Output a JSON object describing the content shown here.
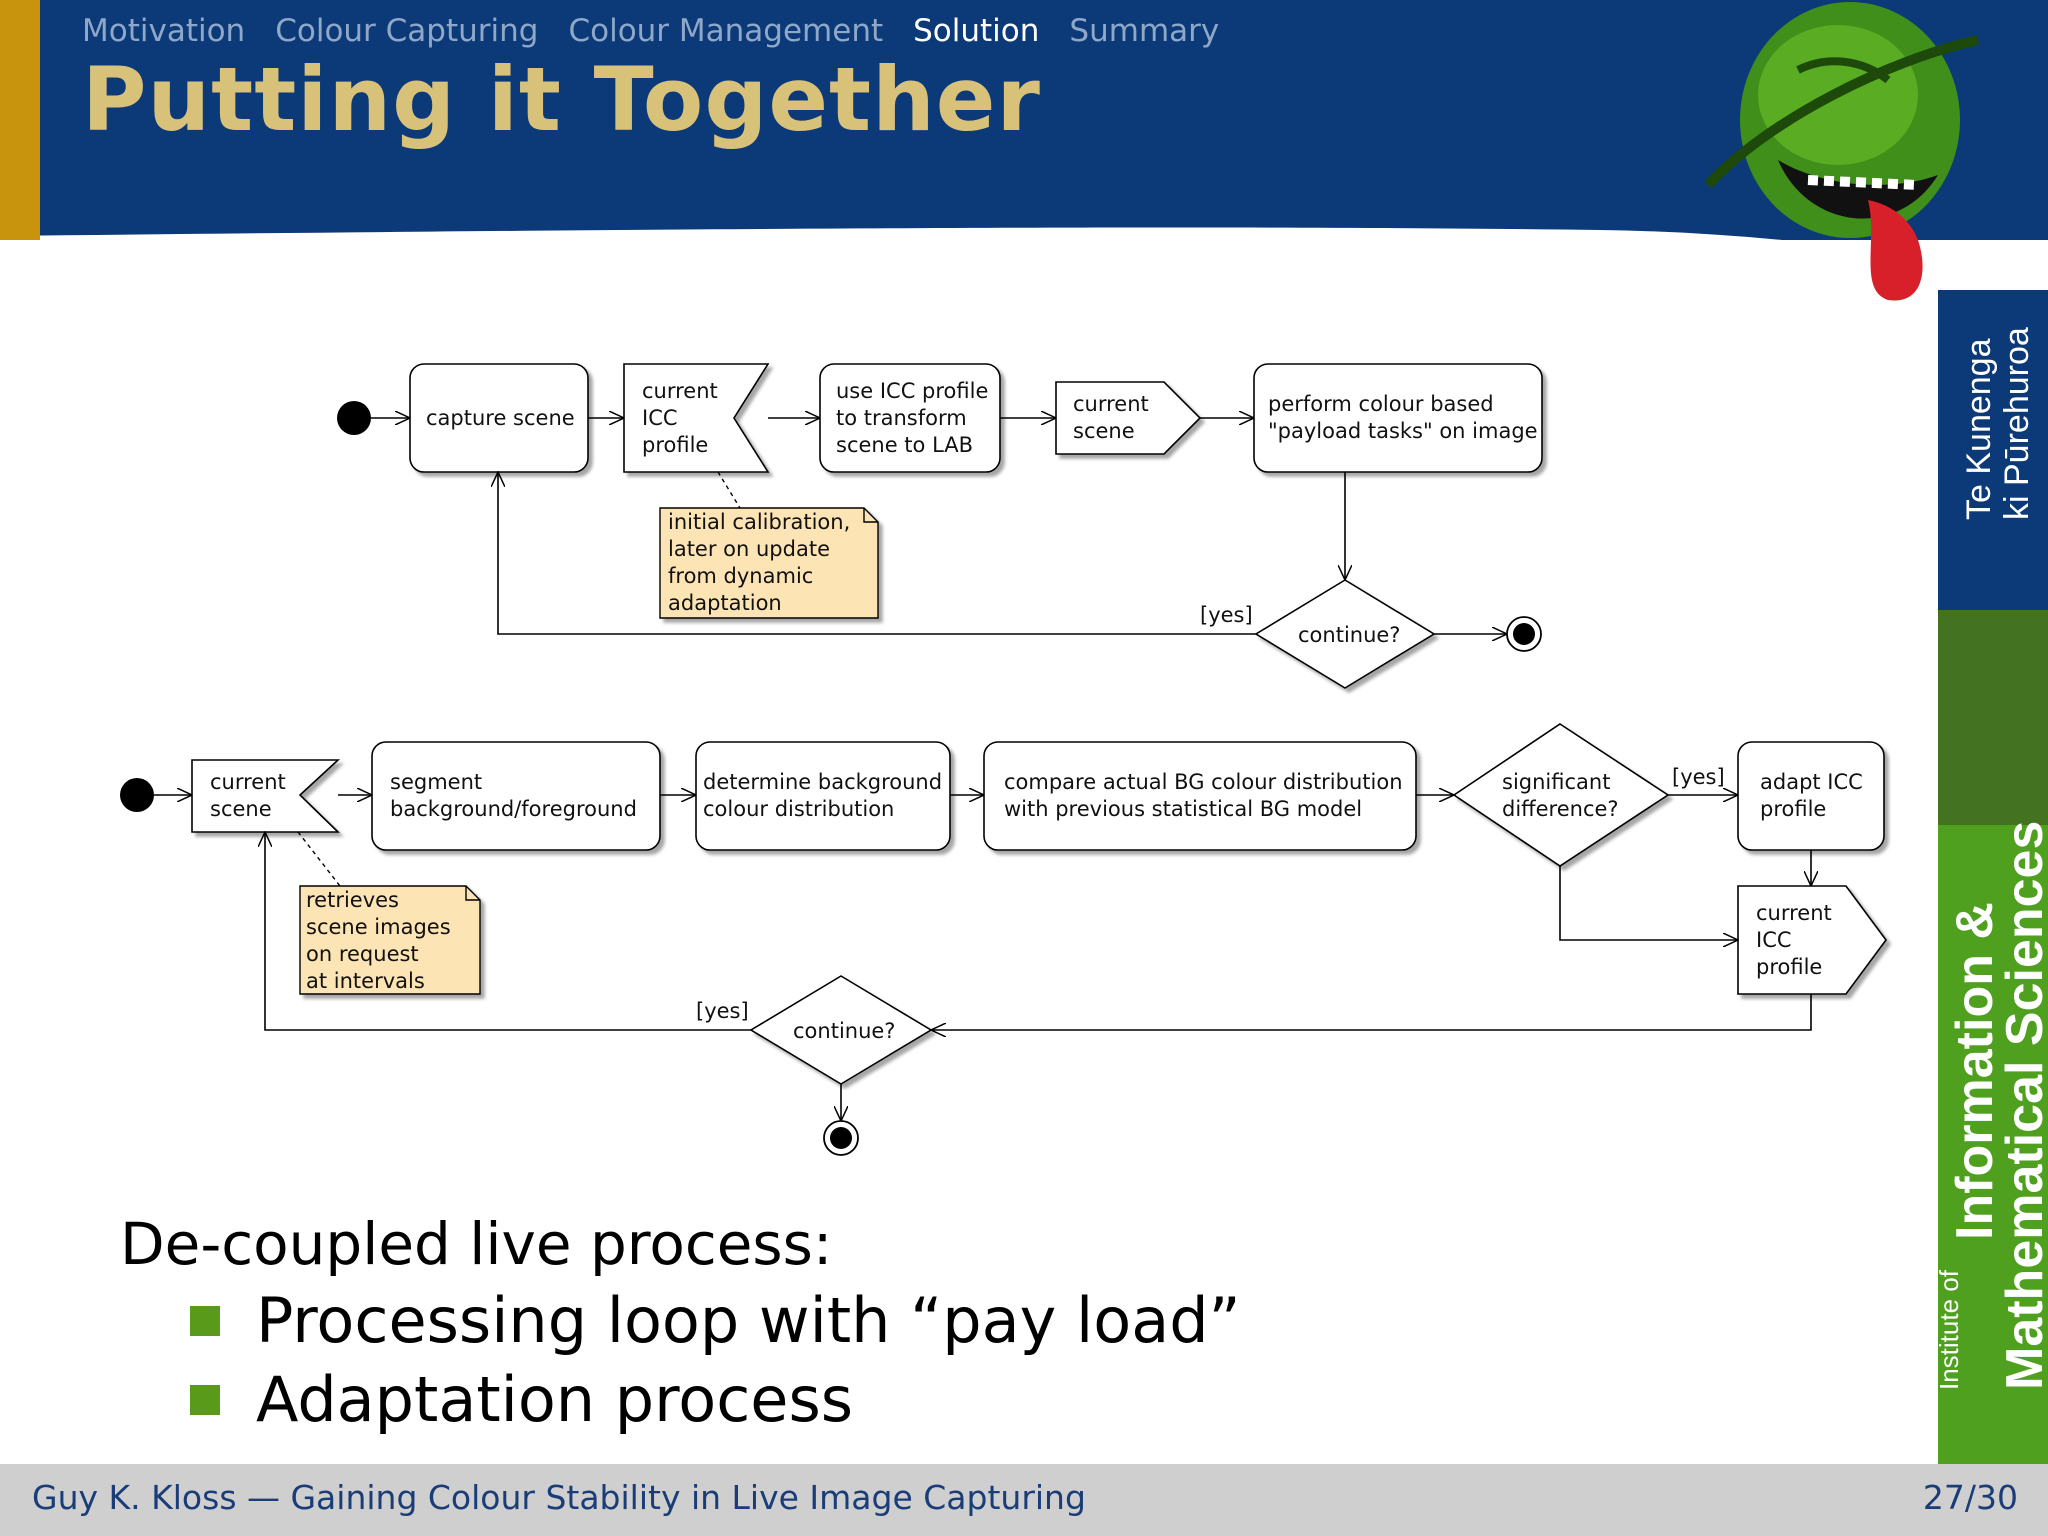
{
  "nav": {
    "items": [
      {
        "label": "Motivation",
        "active": false
      },
      {
        "label": "Colour Capturing",
        "active": false
      },
      {
        "label": "Colour Management",
        "active": false
      },
      {
        "label": "Solution",
        "active": true
      },
      {
        "label": "Summary",
        "active": false
      }
    ]
  },
  "slide": {
    "title": "Putting it Together"
  },
  "branding": {
    "logo": "green-alien-mascot-icon",
    "maori_name": [
      "Te Kunenga",
      "ki Pūrehuroa"
    ],
    "institute": {
      "prefix": "Institute of",
      "line1": "Information &",
      "line2": "Mathematical Sciences"
    }
  },
  "diagram1": {
    "capture_scene": "capture scene",
    "icc_profile": [
      "current",
      "ICC",
      "profile"
    ],
    "use_icc": [
      "use ICC profile",
      "to transform",
      "scene to LAB"
    ],
    "current_scene": [
      "current",
      "scene"
    ],
    "payload": [
      "perform colour based",
      "\"payload tasks\" on image"
    ],
    "note": [
      "initial calibration,",
      "later on update",
      "from dynamic",
      "adaptation"
    ],
    "decision": "continue?",
    "guard": "[yes]"
  },
  "diagram2": {
    "current_scene": [
      "current",
      "scene"
    ],
    "segment": [
      "segment",
      "background/foreground"
    ],
    "determine": [
      "determine background",
      "colour distribution"
    ],
    "compare": [
      "compare actual BG colour distribution",
      "with previous statistical BG model"
    ],
    "significant": [
      "significant",
      "difference?"
    ],
    "yes_guard": "[yes]",
    "adapt": [
      "adapt ICC",
      "profile"
    ],
    "icc_profile": [
      "current",
      "ICC",
      "profile"
    ],
    "note": [
      "retrieves",
      "scene images",
      "on request",
      "at intervals"
    ],
    "decision": "continue?",
    "guard": "[yes]"
  },
  "body": {
    "heading": "De-coupled live process:",
    "bullets": [
      "Processing loop with “pay load”",
      "Adaptation process"
    ]
  },
  "footer": {
    "text": "Guy K. Kloss — Gaining Colour Stability in Live Image Capturing",
    "page": "27/30"
  },
  "colors": {
    "header_blue": "#0c3a78",
    "title_gold": "#d8c27a",
    "accent_gold": "#c8940e",
    "bullet_green": "#5a9a1a",
    "note_fill": "#fde4b4",
    "footer_grey": "#cfcfcf"
  }
}
